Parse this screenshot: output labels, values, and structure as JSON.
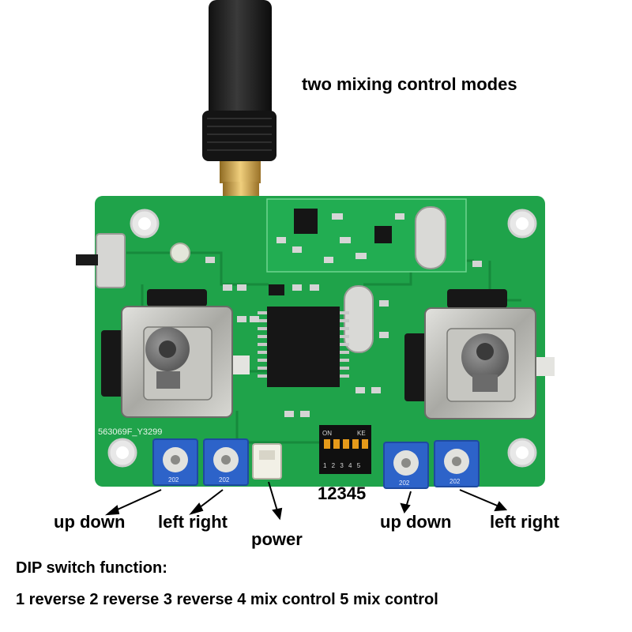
{
  "title": "two mixing control modes",
  "board_silkscreen": "563069F_Y3299",
  "dip_silk_left": "ON",
  "dip_silk_right": "KE",
  "dip_digits": "1 2 3 4 5",
  "pot_code": "202",
  "callouts": {
    "left_updown": "up down",
    "left_leftright": "left right",
    "power": "power",
    "dip_numbers": "12345",
    "right_updown": "up down",
    "right_leftright": "left right"
  },
  "dip_heading": "DIP switch function:",
  "dip_functions": "1 reverse 2 reverse  3 reverse  4 mix control  5 mix control",
  "colors": {
    "pcb": "#1fa34a",
    "pcb_dark": "#178a3c",
    "pot_blue": "#2d63c9",
    "antenna": "#1a1a1a",
    "gold": "#c9a04a",
    "metal": "#b9b9b4"
  }
}
